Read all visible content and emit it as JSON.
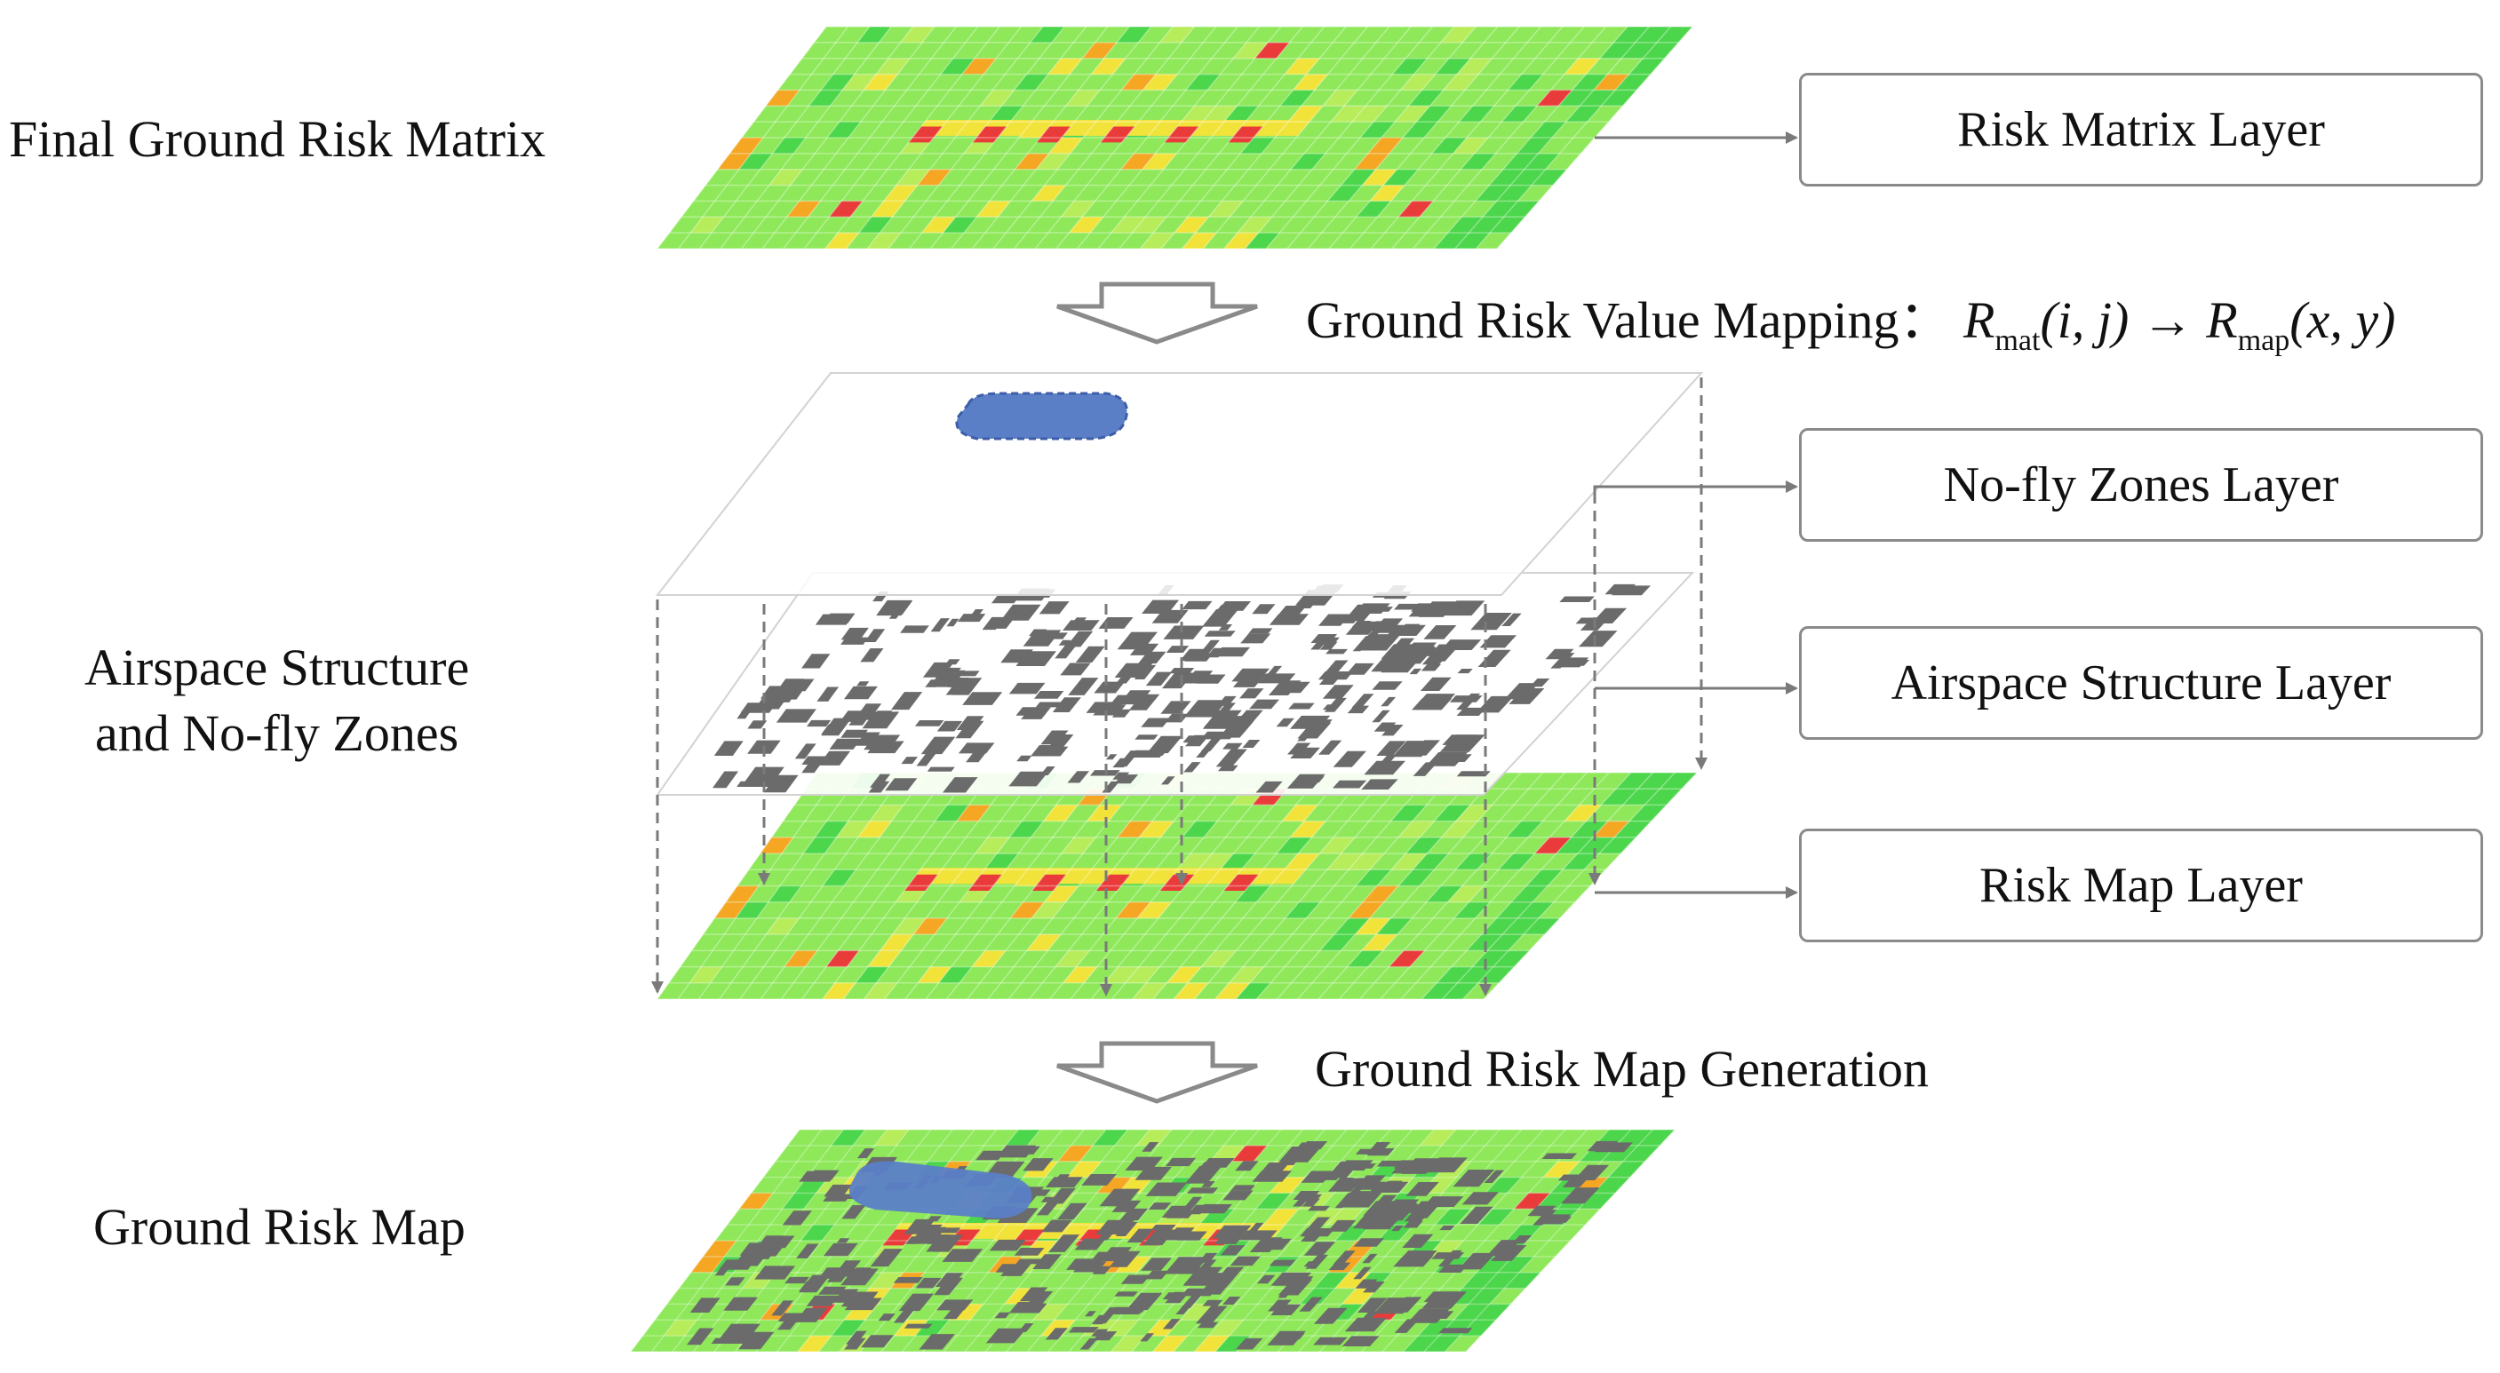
{
  "labels": {
    "final_matrix": "Final Ground Risk Matrix",
    "airspace_line1": "Airspace Structure",
    "airspace_line2": "and No-fly Zones",
    "ground_risk_map": "Ground Risk Map"
  },
  "layer_boxes": {
    "risk_matrix": "Risk Matrix Layer",
    "no_fly": "No-fly Zones Layer",
    "airspace": "Airspace Structure Layer",
    "risk_map": "Risk Map Layer"
  },
  "steps": {
    "mapping_prefix": "Ground Risk Value Mapping：",
    "formula": {
      "r1": "R",
      "sub1": "mat",
      "args1": "(i, j)",
      "arrow": "→",
      "r2": "R",
      "sub2": "map",
      "args2": "(x, y)"
    },
    "generation": "Ground Risk Map Generation"
  },
  "colors": {
    "grid_base": "#8ee85a",
    "grid_green": "#4cd64c",
    "grid_yellow": "#f2e33a",
    "grid_orange": "#f5a623",
    "grid_red": "#ea3b3b",
    "building": "#6b6b6b",
    "no_fly_zone": "#5b7fc7",
    "connector": "#7a7a7a"
  }
}
